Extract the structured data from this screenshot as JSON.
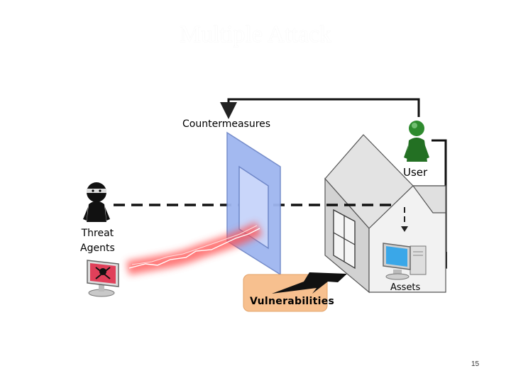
{
  "slide": {
    "title": "Multiple Attack",
    "page_number": "15"
  },
  "labels": {
    "countermeasures": "Countermeasures",
    "user": "User",
    "threat_agents_line1": "Threat",
    "threat_agents_line2": "Agents",
    "assets": "Assets",
    "vulnerabilities": "Vulnerabilities"
  },
  "colors": {
    "countermeasure_panel": "#9fb6f0",
    "vulnerability_box": "#f7c08f",
    "attack_glow": "#ff4d4d",
    "user_figure": "#2e8b2e",
    "threat_figure": "#111111",
    "house": "#e6e6e6"
  },
  "icons": {
    "user": "user-figure-icon",
    "threat_agent": "ninja-figure-icon",
    "threat_computer": "pirate-computer-icon",
    "asset": "computer-icon",
    "lightning": "lightning-bolt-icon"
  }
}
